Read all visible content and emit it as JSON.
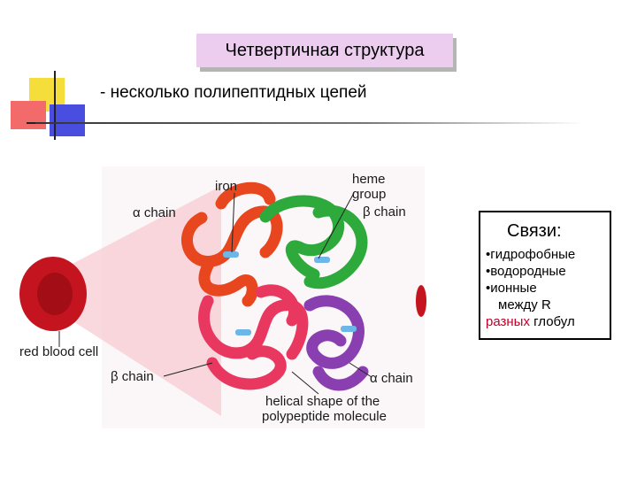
{
  "title": "Четвертичная структура",
  "subtitle": "- несколько полипептидных цепей",
  "bonds": {
    "heading": "Связи:",
    "items": [
      "•гидрофобные",
      "•водородные",
      "•ионные"
    ],
    "line4": "между R",
    "line5_red": "разных",
    "line5_rest": " глобул"
  },
  "figure_labels": {
    "iron": "iron",
    "heme_line1": "heme",
    "heme_line2": "group",
    "alpha_chain_left": "α chain",
    "beta_chain_right": "β chain",
    "red_blood_cell": "red blood cell",
    "beta_chain_bottom": "β chain",
    "alpha_chain_bottom": "α chain",
    "helical_line1": "helical shape of the",
    "helical_line2": "polypeptide molecule"
  },
  "colors": {
    "title_bg": "#eccdf0",
    "square_yellow": "#f5de3a",
    "square_red": "#f26a6a",
    "square_blue": "#4a4ee0",
    "chain_orange": "#e8461e",
    "chain_green": "#2eaa3c",
    "chain_pink": "#e8385f",
    "chain_purple": "#8a3fb0",
    "red_word": "#c0002a"
  }
}
